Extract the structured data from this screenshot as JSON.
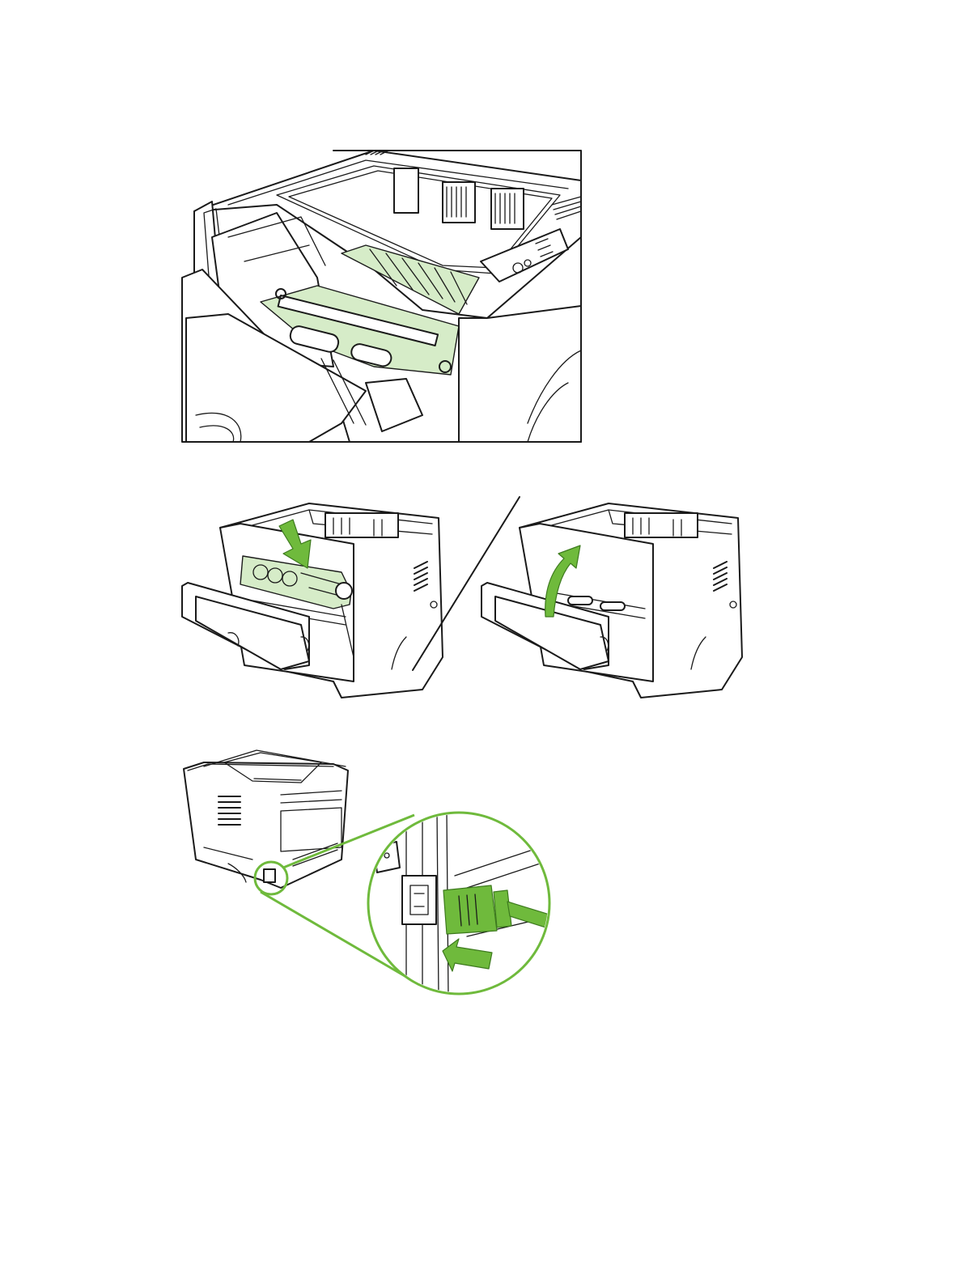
{
  "document": {
    "type": "printer-manual-illustrations",
    "figures": [
      {
        "id": "fig-1",
        "subject": "printer-open-paper-path-icon"
      },
      {
        "id": "fig-2",
        "subject": "cartridge-reinsert-and-door-close-icon"
      },
      {
        "id": "fig-3",
        "subject": "power-cord-connect-icon"
      }
    ]
  },
  "colors": {
    "line": "#1a1a1a",
    "highlight_fill": "#d6ecc8",
    "accent_green": "#6fba3c",
    "background": "#ffffff"
  }
}
